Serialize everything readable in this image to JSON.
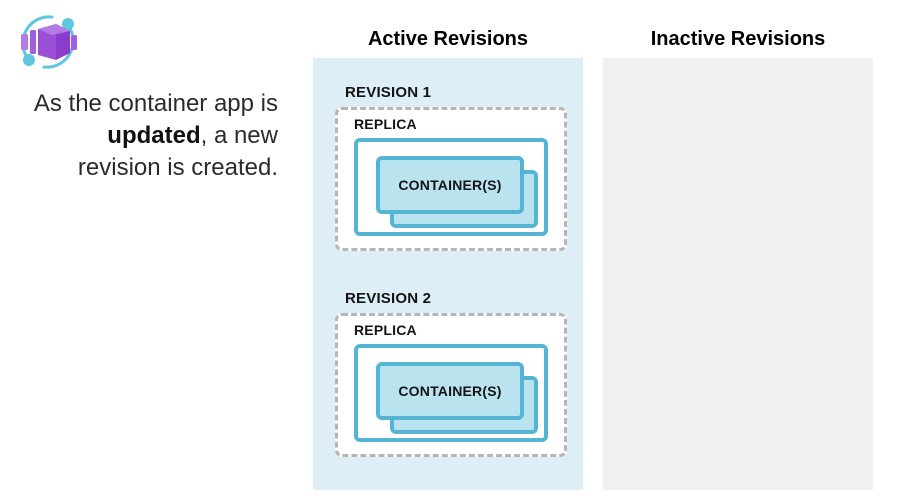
{
  "logo": {
    "name": "azure-container-apps-logo",
    "cube_color": "#9b4fd6",
    "cube_color_dark": "#7b35bd",
    "cube_color_light": "#b57ae8",
    "orbit_color": "#5ec6e0"
  },
  "caption": {
    "before": "As the container app is ",
    "emphasis": "updated",
    "after": ", a new revision is created."
  },
  "columns": [
    {
      "id": "active",
      "heading": "Active Revisions",
      "background": "#ddeef7"
    },
    {
      "id": "inactive",
      "heading": "Inactive Revisions",
      "background": "#f0f0f0"
    }
  ],
  "revisions": [
    {
      "label": "REVISION 1",
      "replica_label": "REPLICA",
      "container_label": "CONTAINER(S)"
    },
    {
      "label": "REVISION 2",
      "replica_label": "REPLICA",
      "container_label": "CONTAINER(S)"
    }
  ],
  "colors": {
    "accent_blue": "#55b4d4",
    "container_fill": "#bae3f0",
    "dashed_gray": "#b6b6b6",
    "active_panel": "#ddeef7",
    "inactive_panel": "#f0f0f0",
    "text": "#141414"
  }
}
